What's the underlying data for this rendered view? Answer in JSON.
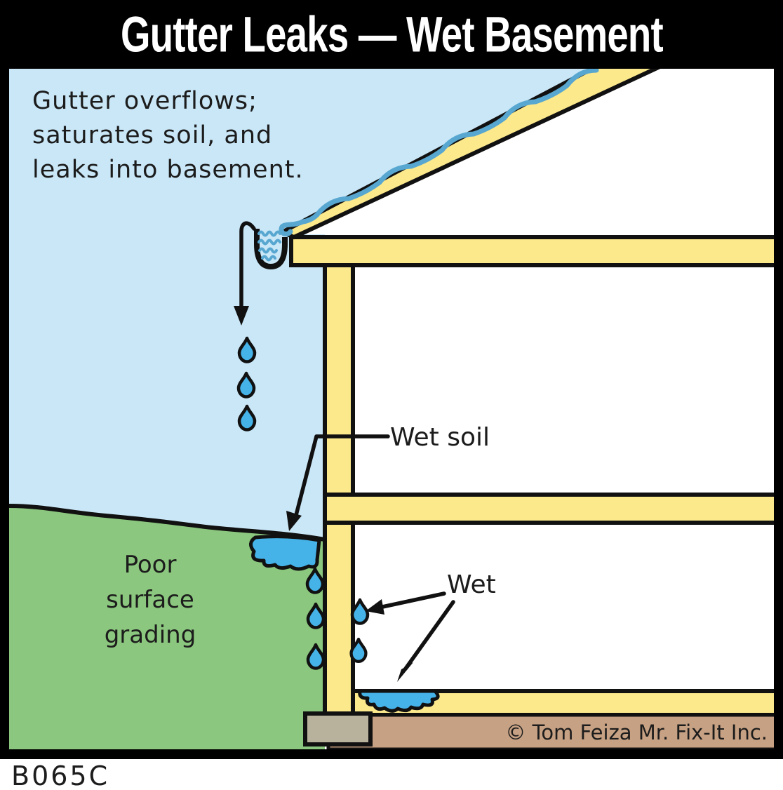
{
  "title": "Gutter Leaks — Wet Basement",
  "plan_code": "B065C",
  "copyright": "© Tom Feiza Mr. Fix-It Inc.",
  "labels": {
    "caption": "Gutter overflows;\nsaturates soil, and\nleaks into basement.",
    "poor_grading": "Poor\nsurface\ngrading",
    "wet_soil": "Wet soil",
    "wet": "Wet"
  },
  "colors": {
    "sky": "#c9e7f7",
    "wood": "#fce98c",
    "grass": "#8bc77e",
    "water": "#45b2e8",
    "roofwater": "#58a7d0",
    "footing": "#b8b19b",
    "soil": "#c7a183",
    "line": "#111111",
    "titlebg": "#000000",
    "titletext": "#ffffff"
  }
}
